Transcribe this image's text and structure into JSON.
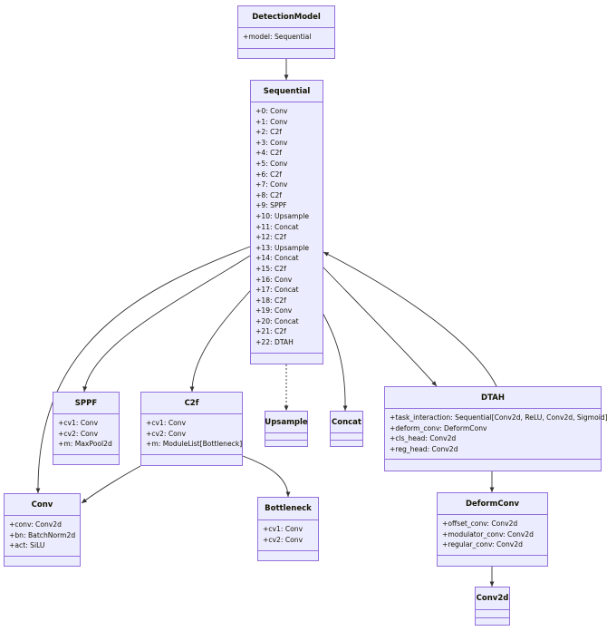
{
  "colors": {
    "fill": "#ECECFF",
    "border": "#9370DB",
    "line": "#333333",
    "text": "#131300"
  },
  "classes": {
    "detectionmodel": {
      "title": "DetectionModel",
      "attrs": [
        "+model: Sequential"
      ]
    },
    "sequential": {
      "title": "Sequential",
      "attrs": [
        "+0: Conv",
        "+1: Conv",
        "+2: C2f",
        "+3: Conv",
        "+4: C2f",
        "+5: Conv",
        "+6: C2f",
        "+7: Conv",
        "+8: C2f",
        "+9: SPPF",
        "+10: Upsample",
        "+11: Concat",
        "+12: C2f",
        "+13: Upsample",
        "+14: Concat",
        "+15: C2f",
        "+16: Conv",
        "+17: Concat",
        "+18: C2f",
        "+19: Conv",
        "+20: Concat",
        "+21: C2f",
        "+22: DTAH"
      ]
    },
    "sppf": {
      "title": "SPPF",
      "attrs": [
        "+cv1: Conv",
        "+cv2: Conv",
        "+m: MaxPool2d"
      ]
    },
    "c2f": {
      "title": "C2f",
      "attrs": [
        "+cv1: Conv",
        "+cv2: Conv",
        "+m: ModuleList[Bottleneck]"
      ]
    },
    "upsample": {
      "title": "Upsample",
      "attrs": []
    },
    "concat": {
      "title": "Concat",
      "attrs": []
    },
    "dtah": {
      "title": "DTAH",
      "attrs": [
        "+task_interaction: Sequential[Conv2d, ReLU, Conv2d, Sigmoid]",
        "+deform_conv: DeformConv",
        "+cls_head: Conv2d",
        "+reg_head: Conv2d"
      ]
    },
    "conv": {
      "title": "Conv",
      "attrs": [
        "+conv: Conv2d",
        "+bn: BatchNorm2d",
        "+act: SiLU"
      ]
    },
    "bottleneck": {
      "title": "Bottleneck",
      "attrs": [
        "+cv1: Conv",
        "+cv2: Conv"
      ]
    },
    "deformconv": {
      "title": "DeformConv",
      "attrs": [
        "+offset_conv: Conv2d",
        "+modulator_conv: Conv2d",
        "+regular_conv: Conv2d"
      ]
    },
    "conv2d": {
      "title": "Conv2d",
      "attrs": []
    }
  }
}
